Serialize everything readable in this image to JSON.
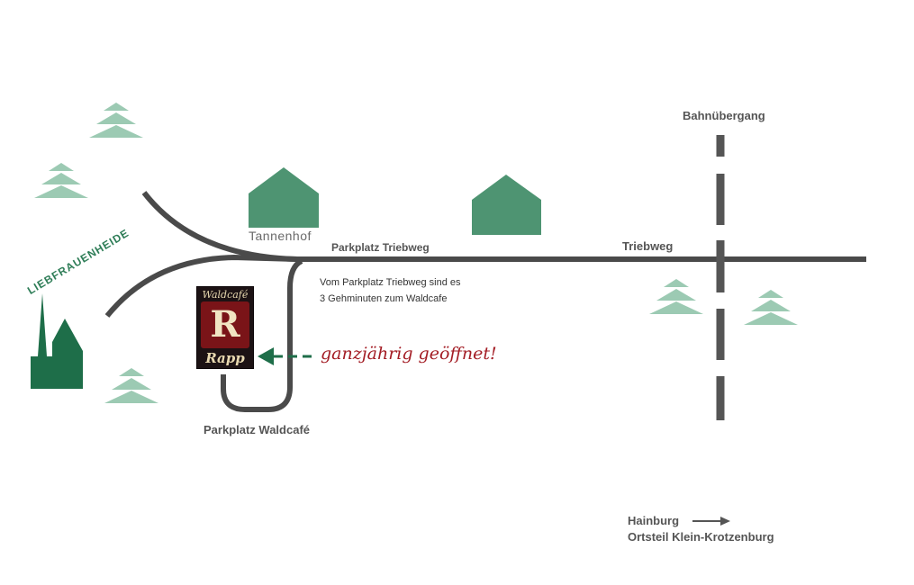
{
  "map": {
    "labels": {
      "bahnuebergang": "Bahnübergang",
      "tannenhof": "Tannenhof",
      "parkplatz_triebweg": "Parkplatz Triebweg",
      "triebweg": "Triebweg",
      "liebfrauenheide": "LIEBFRAUENHEIDE",
      "walk_note_line1": "Vom Parkplatz Triebweg sind es",
      "walk_note_line2": "3 Gehminuten zum Waldcafe",
      "open_note": "ganzjährig geöffnet!",
      "parkplatz_waldcafe": "Parkplatz Waldcafé",
      "hainburg": "Hainburg",
      "ortsteil": "Ortsteil Klein-Krotzenburg"
    },
    "logo": {
      "top_text": "Waldcafé",
      "letter": "R",
      "bottom_text": "Rapp"
    },
    "colors": {
      "road": "#4a4a4a",
      "tree": "#9ccab3",
      "house": "#4e9472",
      "church": "#1e6e49",
      "arrow": "#1e6e49",
      "accent_red": "#a31c24",
      "text": "#555555"
    },
    "icons": [
      "tree-icon",
      "house-icon",
      "church-icon",
      "arrow-left-icon",
      "arrow-right-icon",
      "railway-crossing"
    ]
  }
}
